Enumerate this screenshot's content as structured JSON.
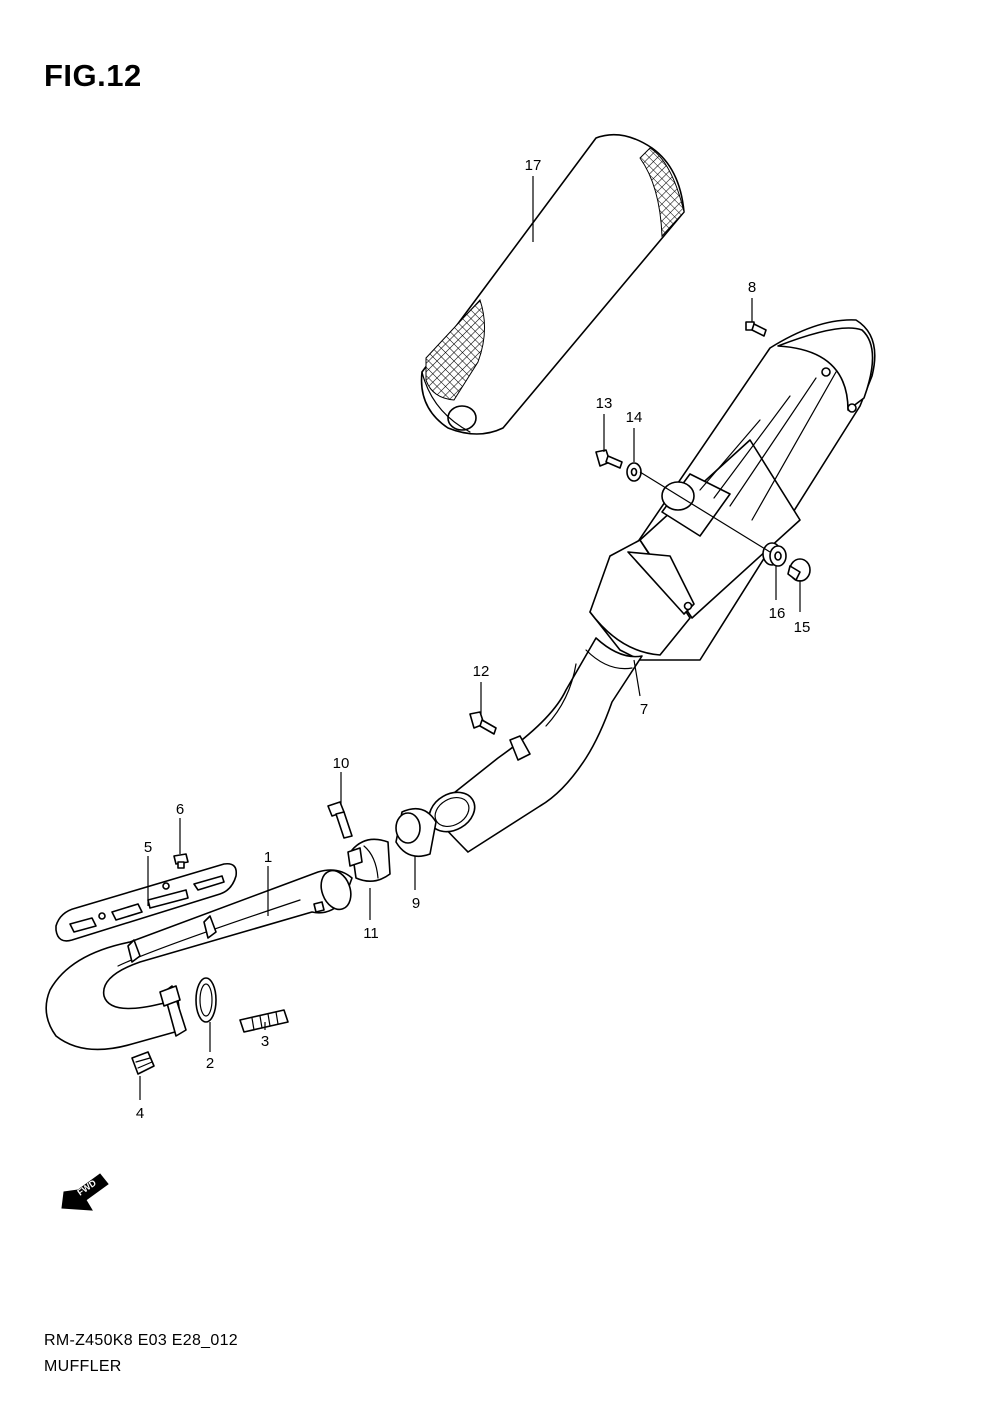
{
  "figure_title": "FIG.12",
  "footer": {
    "model_code": "RM-Z450K8 E03 E28_012",
    "section_name": "MUFFLER"
  },
  "fwd_label": "FWD",
  "callouts": {
    "p1": "1",
    "p2": "2",
    "p3": "3",
    "p4": "4",
    "p5": "5",
    "p6": "6",
    "p7": "7",
    "p8": "8",
    "p9": "9",
    "p10": "10",
    "p11": "11",
    "p12": "12",
    "p13": "13",
    "p14": "14",
    "p15": "15",
    "p16": "16",
    "p17": "17"
  }
}
